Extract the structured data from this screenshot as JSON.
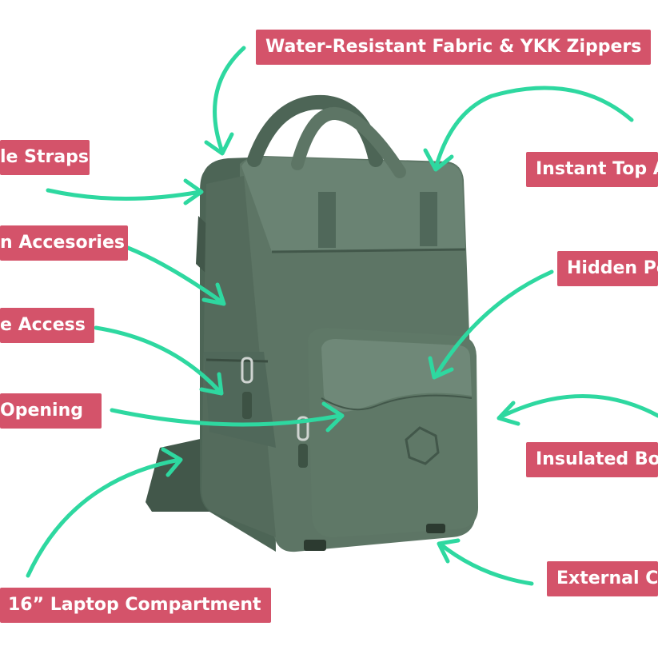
{
  "labels": {
    "water_resistant": "Water-Resistant Fabric & YKK Zippers",
    "straps": "le Straps",
    "instant_top": "Instant Top A",
    "accessories": "n Accesories",
    "hidden_pocket": "Hidden Po",
    "side_access": "e Access",
    "opening": "Opening",
    "insulated": "Insulated Bo",
    "external": "External C",
    "laptop": "16” Laptop Compartment"
  },
  "colors": {
    "label_bg": "#d4536a",
    "label_text": "#ffffff",
    "arrow": "#2ed8a0",
    "bag_main": "#5d7565",
    "bag_dark": "#42574a",
    "bag_light": "#6d8676"
  }
}
